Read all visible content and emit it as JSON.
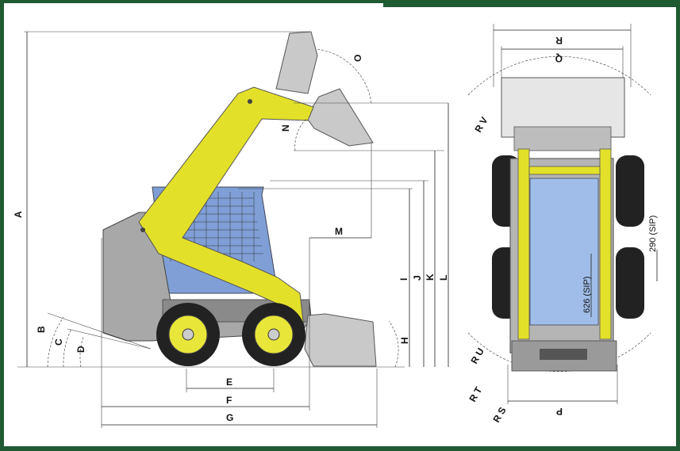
{
  "colors": {
    "frame": "#1f5a32",
    "boom": "#e3e02a",
    "cab": "#7f9fd6",
    "body": "#a8a8a8",
    "tire": "#222222",
    "rim": "#e9e63a",
    "bucket": "#c9c9c9"
  },
  "side_view": {
    "labels": {
      "A": "A",
      "B": "B",
      "C": "C",
      "D": "D",
      "E": "E",
      "F": "F",
      "G": "G",
      "H": "H",
      "I": "I",
      "J": "J",
      "K": "K",
      "L": "L",
      "M": "M",
      "N": "N",
      "O": "O"
    }
  },
  "top_view": {
    "labels": {
      "R": "R",
      "Q": "Q",
      "P": "P",
      "RV": "R V",
      "RU": "R U",
      "RT": "R T",
      "RS": "R S"
    },
    "sip_width": "290 (SIP)",
    "sip_length": "626 (SIP)"
  }
}
